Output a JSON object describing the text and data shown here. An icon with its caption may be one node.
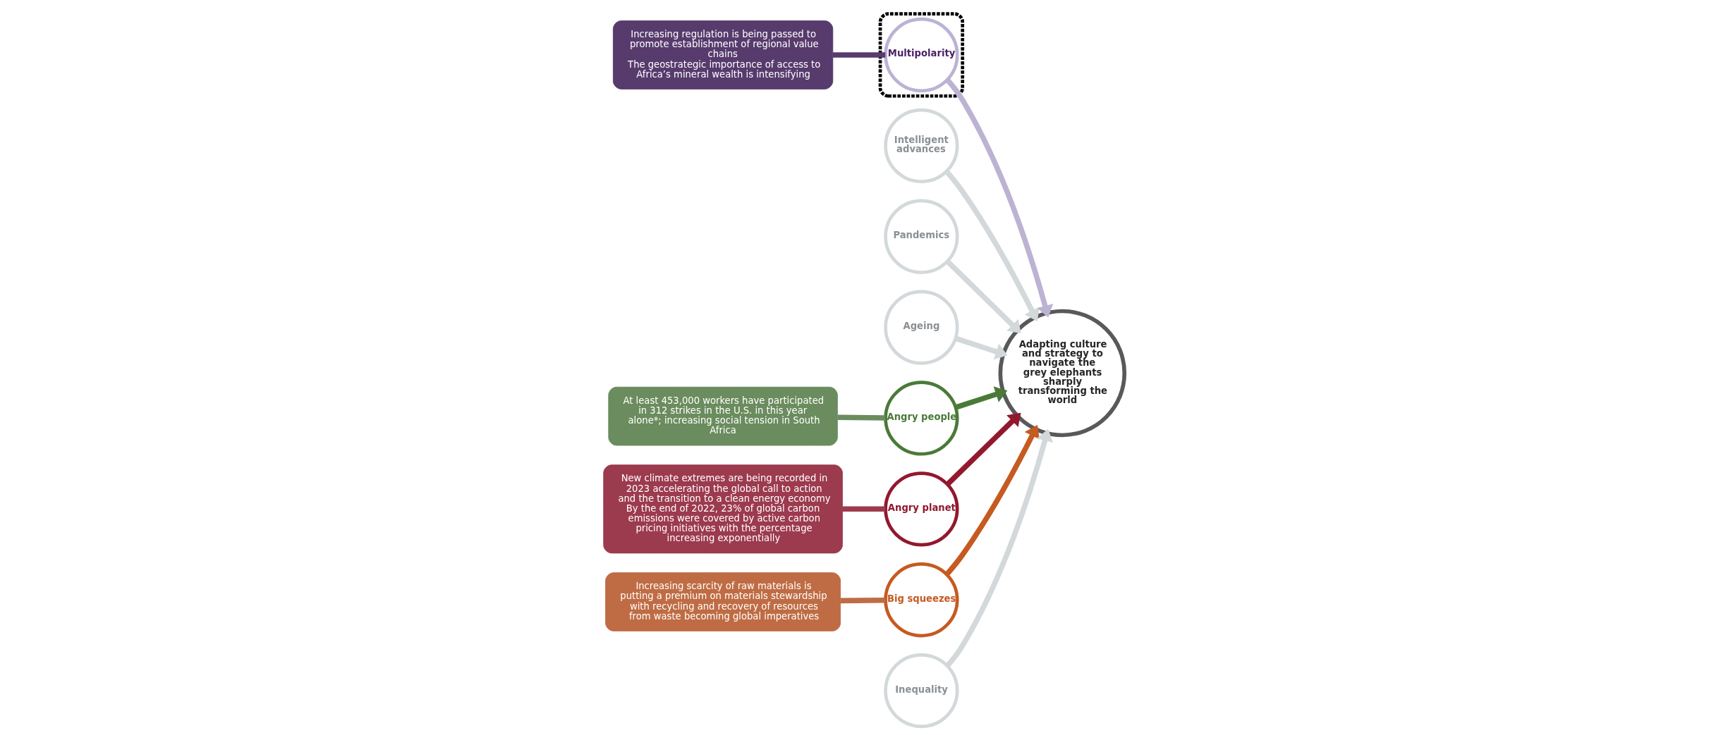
{
  "diagram": {
    "nodes": [
      {
        "text": [
          "Increasing regulation is being passed to promote establishment of regional value chains",
          "The geostrategic importance of access to Africa’s mineral wealth is intensifying"
        ]
      },
      {
        "text": [
          "Intelligent advances"
        ]
      },
      {
        "text": [
          "Pandemics"
        ]
      },
      {
        "text": [],
        "shape": "ellipse"
      },
      {
        "text": [
          "Multipolarity"
        ],
        "in": 3
      },
      {
        "text": [
          "Ageing"
        ]
      },
      {
        "text": [
          "Adapting culture and strategy to navigate the grey elephants sharply transforming the world"
        ]
      },
      {
        "text": [
          "New climate extremes are being recorded in 2023 accelerating the global call to action and the transition to a clean energy economy",
          "By the end of 2022, 23% of global carbon emissions were covered by active carbon pricing initiatives with the percentage increasing exponentially"
        ]
      },
      {
        "text": [
          "At least 453,000 workers have participated in 312 strikes in the U.S. in this year alone*; increasing social tension in South Africa"
        ]
      },
      {
        "text": [
          "Angry people"
        ]
      },
      {
        "text": [
          "Angry planet"
        ]
      },
      {
        "text": [
          "Increasing scarcity of raw materials is putting a premium on materials stewardship with recycling and recovery of resources from waste becoming global imperatives"
        ]
      },
      {
        "text": [
          "Big squeezes"
        ]
      },
      {
        "text": [
          "Inequality"
        ]
      }
    ],
    "edges": [
      {
        "from": 1,
        "to": 6,
        "arrow": "to",
        "color": "#d3d8da"
      },
      {
        "from": 2,
        "to": 6,
        "arrow": "to",
        "color": "#d3d8da"
      },
      {
        "from": 5,
        "to": 6,
        "arrow": "to",
        "color": "#d3d8da"
      },
      {
        "from": 13,
        "to": 6,
        "arrow": "to",
        "color": "#d3d8da"
      },
      {
        "from": 4,
        "to": 6,
        "arrow": "to",
        "color": "#bcb3d3"
      },
      {
        "from": 9,
        "to": 6,
        "arrow": "to",
        "color": "#4a7a38"
      },
      {
        "from": 12,
        "to": 6,
        "arrow": "to",
        "color": "#c65a20"
      },
      {
        "from": 10,
        "to": 6,
        "arrow": "to",
        "color": "#92182e"
      },
      {
        "from": 0,
        "to": 4,
        "arrow": "none",
        "color": "#573b6d"
      },
      {
        "from": 8,
        "to": 9,
        "arrow": "none",
        "color": "#6b8c5e"
      },
      {
        "from": 11,
        "to": 12,
        "arrow": "none",
        "color": "#bf6c44"
      },
      {
        "from": 7,
        "to": 10,
        "arrow": "none",
        "color": "#9c3a4e"
      }
    ]
  }
}
